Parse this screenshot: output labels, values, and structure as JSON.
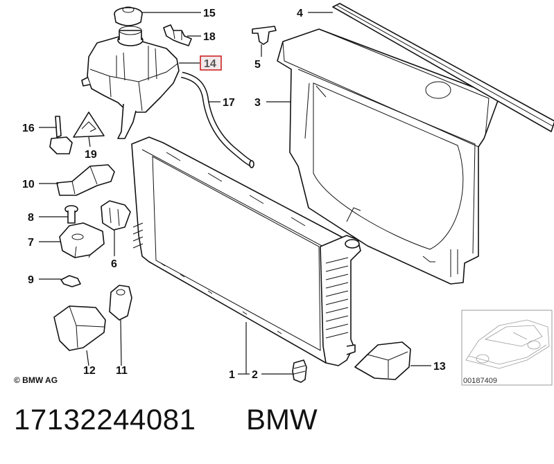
{
  "copyright": "© BMW AG",
  "inset_code": "00187409",
  "footer": {
    "part_number": "17132244081",
    "brand": "BMW"
  },
  "callouts": {
    "c1": "1",
    "c2": "2",
    "c3": "3",
    "c4": "4",
    "c5": "5",
    "c6": "6",
    "c7": "7",
    "c8": "8",
    "c9": "9",
    "c10": "10",
    "c11": "11",
    "c12": "12",
    "c13": "13",
    "c14": "14",
    "c15": "15",
    "c16": "16",
    "c17": "17",
    "c18": "18",
    "c19": "19"
  },
  "highlight_color": "#cc2222"
}
